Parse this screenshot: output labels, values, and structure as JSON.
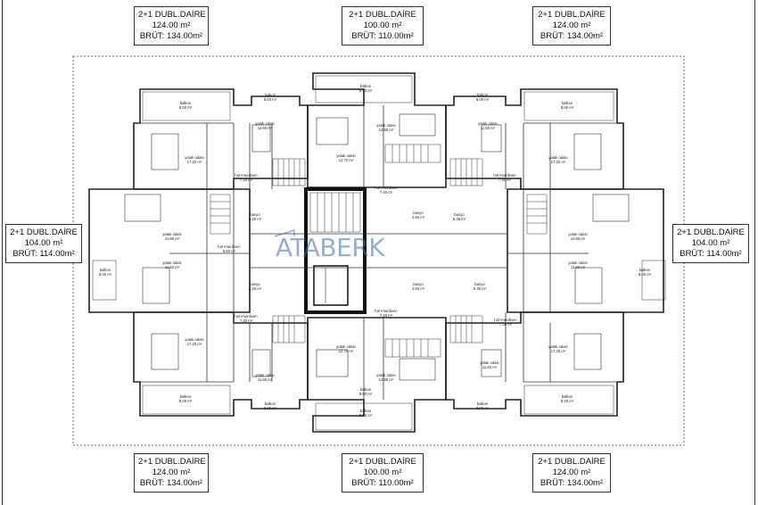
{
  "units": {
    "top_left": {
      "type": "2+1 DUBL.DAİRE",
      "net": "124.00 m²",
      "gross": "BRÜT: 134.00m²"
    },
    "top_center": {
      "type": "2+1 DUBL.DAİRE",
      "net": "100.00 m²",
      "gross": "BRÜT: 110.00m²"
    },
    "top_right": {
      "type": "2+1 DUBL.DAİRE",
      "net": "124.00 m²",
      "gross": "BRÜT: 134.00m²"
    },
    "mid_left": {
      "type": "2+1 DUBL.DAİRE",
      "net": "104.00 m²",
      "gross": "BRÜT: 114.00m²"
    },
    "mid_right": {
      "type": "2+1 DUBL.DAİRE",
      "net": "104.00 m²",
      "gross": "BRÜT: 114.00m²"
    },
    "bottom_left": {
      "type": "2+1 DUBL.DAİRE",
      "net": "124.00 m²",
      "gross": "BRÜT: 134.00m²"
    },
    "bottom_center": {
      "type": "2+1 DUBL.DAİRE",
      "net": "100.00 m²",
      "gross": "BRÜT: 110.00m²"
    },
    "bottom_right": {
      "type": "2+1 DUBL.DAİRE",
      "net": "124.00 m²",
      "gross": "BRÜT: 134.00m²"
    }
  },
  "watermark": "ATABERK",
  "rooms": [
    {
      "name": "balkon",
      "area": "8.00 m²"
    },
    {
      "name": "balkon",
      "area": "8.00 m²"
    },
    {
      "name": "balkon",
      "area": "8.00 m²"
    },
    {
      "name": "balkon",
      "area": "8.00 m²"
    },
    {
      "name": "balkon",
      "area": "8.50 m²"
    },
    {
      "name": "balkon",
      "area": "8.50 m²"
    },
    {
      "name": "balkon",
      "area": "8.00 m²"
    },
    {
      "name": "balkon",
      "area": "8.00 m²"
    },
    {
      "name": "yatak odası",
      "area": "11.60 m²"
    },
    {
      "name": "yatak odası",
      "area": "13.60 m²"
    },
    {
      "name": "yatak odası",
      "area": "11.60 m²"
    },
    {
      "name": "yatak odası",
      "area": "17.20 m²"
    },
    {
      "name": "yatak odası",
      "area": "12.70 m²"
    },
    {
      "name": "yatak odası",
      "area": "17.20 m²"
    },
    {
      "name": "hol+merdiven",
      "area": "7.30 m²"
    },
    {
      "name": "hol+merdiven",
      "area": "7.40 m²"
    },
    {
      "name": "hol+merdiven",
      "area": "7.30 m²"
    },
    {
      "name": "yatak odası",
      "area": "10.80 m²"
    },
    {
      "name": "banyo",
      "area": "5.30 m²"
    },
    {
      "name": "banyo",
      "area": "4.60 m²"
    },
    {
      "name": "banyo",
      "area": "5.30 m²"
    },
    {
      "name": "yatak odası",
      "area": "10.80 m²"
    },
    {
      "name": "hol+merdiven",
      "area": "6.60 m²"
    },
    {
      "name": "balkon",
      "area": "8.00 m²"
    },
    {
      "name": "balkon",
      "area": "8.00 m²"
    },
    {
      "name": "yatak odası",
      "area": "11.60 m²"
    },
    {
      "name": "yatak odası",
      "area": "11.60 m²"
    },
    {
      "name": "banyo",
      "area": "5.30 m²"
    },
    {
      "name": "banyo",
      "area": "4.60 m²"
    },
    {
      "name": "banyo",
      "area": "5.30 m²"
    },
    {
      "name": "hol+merdiven",
      "area": "7.30 m²"
    },
    {
      "name": "hol+merdiven",
      "area": "7.40 m²"
    },
    {
      "name": "hol+merdiven",
      "area": "7.30 m²"
    },
    {
      "name": "yatak odası",
      "area": "17.20 m²"
    },
    {
      "name": "yatak odası",
      "area": "12.70 m²"
    },
    {
      "name": "yatak odası",
      "area": "17.20 m²"
    },
    {
      "name": "yatak odası",
      "area": "11.60 m²"
    },
    {
      "name": "yatak odası",
      "area": "13.60 m²"
    },
    {
      "name": "yatak odası",
      "area": "11.60 m²"
    },
    {
      "name": "balkon",
      "area": "8.00 m²"
    },
    {
      "name": "balkon",
      "area": "8.50 m²"
    },
    {
      "name": "balkon",
      "area": "8.00 m²"
    }
  ]
}
